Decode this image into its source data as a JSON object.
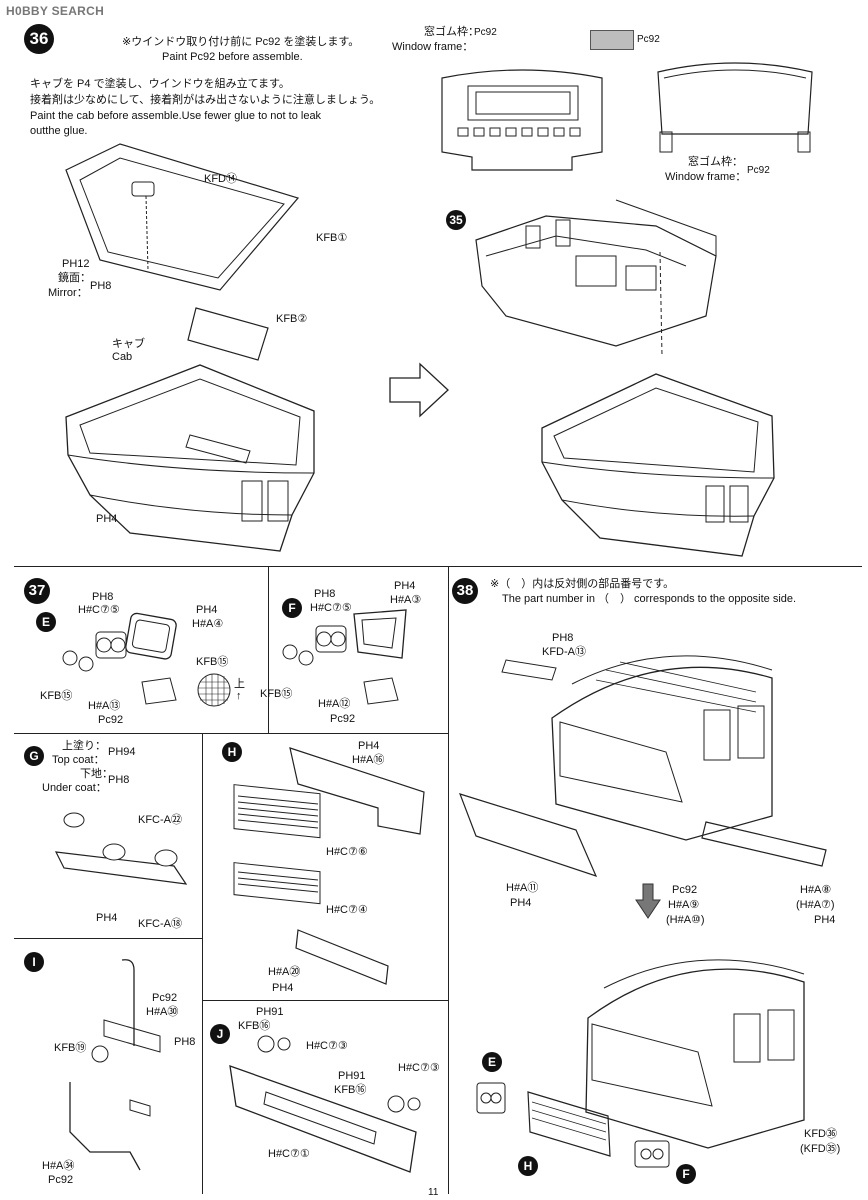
{
  "watermark": "H0BBY SEARCH",
  "page_number": "11",
  "step36": {
    "number": "36",
    "note1_jp": "※ウインドウ取り付け前に Pc92 を塗装します。",
    "note1_en": "Paint Pc92 before assemble.",
    "note2_jp": "キャブを P4 で塗装し、ウインドウを組み立てます。",
    "note3_jp": "接着剤は少なめにして、接着剤がはみ出さないように注意しましょう。",
    "note4_en": "Paint the cab before assemble.Use fewer glue to not to leak",
    "note5_en": "outthe glue.",
    "window_frame_jp": "窓ゴム枠：",
    "window_frame_en": "Window frame：",
    "pc92": "Pc92",
    "kfd14": "KFD⑭",
    "kfb1": "KFB①",
    "ph12": "PH12",
    "mirror_jp": "鏡面：",
    "mirror_en": "Mirror：",
    "ph8": "PH8",
    "kfb2": "KFB②",
    "cab_jp": "キャブ",
    "cab_en": "Cab",
    "ph4": "PH4",
    "step35_ref": "35"
  },
  "step37": {
    "number": "37",
    "e_badge": "E",
    "f_badge": "F",
    "e_ph8": "PH8",
    "e_hc75": "H#C⑦⑤",
    "e_ph4": "PH4",
    "e_ha4": "H#A④",
    "e_kfb15": "KFB⑮",
    "e_kfb15b": "KFB⑮",
    "e_ha13": "H#A⑬",
    "e_pc92": "Pc92",
    "f_ph8": "PH8",
    "f_hc75": "H#C⑦⑤",
    "f_ph4": "PH4",
    "f_ha3": "H#A③",
    "f_kfb15": "KFB⑮",
    "f_ha12": "H#A⑫",
    "f_pc92": "Pc92",
    "up_jp": "上"
  },
  "stepG": {
    "badge": "G",
    "top_coat_jp": "上塗り：",
    "ph94": "PH94",
    "top_coat_en": "Top coat：",
    "under_jp": "下地：",
    "ph8": "PH8",
    "under_en": "Under coat：",
    "kfca22": "KFC-A㉒",
    "ph4": "PH4",
    "kfca18": "KFC-A⑱"
  },
  "stepH": {
    "badge": "H",
    "ph4": "PH4",
    "ha16": "H#A⑯",
    "hc76": "H#C⑦⑥",
    "hc74": "H#C⑦④",
    "ha20": "H#A⑳",
    "ph4b": "PH4"
  },
  "stepI": {
    "badge": "I",
    "pc92": "Pc92",
    "ha30": "H#A㉚",
    "kfb19": "KFB⑲",
    "ph8": "PH8",
    "ha34": "H#A㉞",
    "pc92b": "Pc92"
  },
  "stepJ": {
    "badge": "J",
    "ph91": "PH91",
    "kfb16": "KFB⑯",
    "hc73": "H#C⑦③",
    "ph91b": "PH91",
    "kfb16b": "KFB⑯",
    "hc73b": "H#C⑦③",
    "hc71": "H#C⑦①"
  },
  "step38": {
    "number": "38",
    "note_jp": "※（　）内は反対側の部品番号です。",
    "note_en": "The part number in （　） corresponds to the opposite side.",
    "ph8": "PH8",
    "kfda13": "KFD-A⑬",
    "ha11": "H#A⑪",
    "ph4": "PH4",
    "pc92": "Pc92",
    "ha9": "H#A⑨",
    "ha10": "(H#A⑩)",
    "ha8": "H#A⑧",
    "ha7": "(H#A⑦)",
    "ph4b": "PH4",
    "kfd36": "KFD㊱",
    "kfd35": "(KFD㉟)",
    "e_badge": "E",
    "h_badge": "H",
    "f_badge": "F"
  }
}
